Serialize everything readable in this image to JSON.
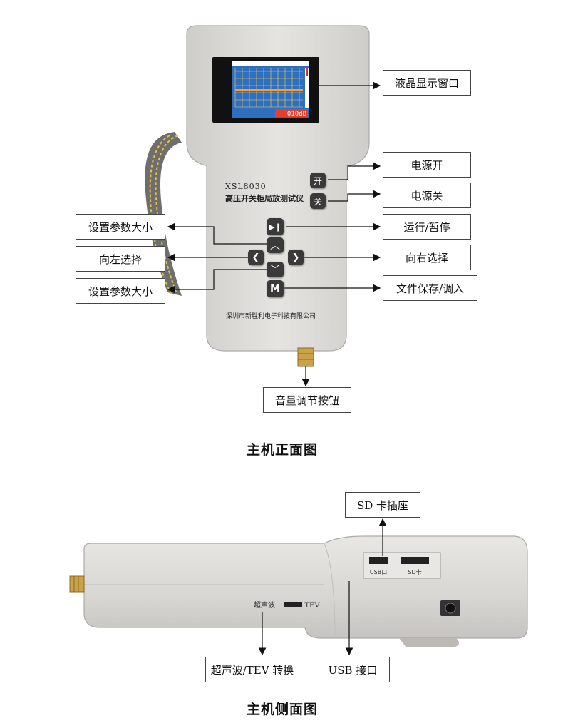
{
  "front": {
    "model": "XSL8030",
    "device_name": "高压开关柜局放测试仪",
    "company": "深圳市新胜利电子科技有限公司",
    "screen_reading": "010dB",
    "buttons": {
      "power_on": "开",
      "power_off": "关",
      "mode": "M"
    },
    "labels": {
      "lcd": "液晶显示窗口",
      "power_on": "电源开",
      "power_off": "电源关",
      "run_pause": "运行/暂停",
      "set_param_up": "设置参数大小",
      "left_select": "向左选择",
      "right_select": "向右选择",
      "set_param_down": "设置参数大小",
      "file": "文件保存/调入",
      "volume": "音量调节按钮"
    },
    "caption": "主机正面图"
  },
  "side": {
    "usb_port_text": "USB口",
    "sd_port_text": "SD卡",
    "switch_left_text": "超声波",
    "switch_right_text": "TEV",
    "labels": {
      "sd_slot": "SD 卡插座",
      "switch": "超声波/TEV 转换",
      "usb": "USB 接口"
    },
    "caption": "主机侧面图"
  },
  "colors": {
    "body": "#dcdad6",
    "screen_bg": "#2f6fbf",
    "button": "#3a3a3a",
    "brass": "#c9a24a",
    "strap": "#6e6e6e",
    "strap_stripe": "#e6c23a"
  }
}
